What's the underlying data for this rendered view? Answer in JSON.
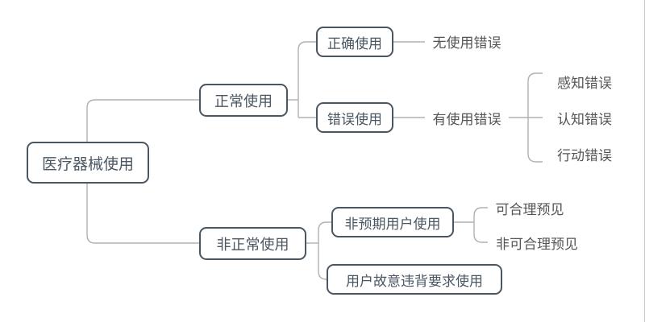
{
  "diagram": {
    "title_text": "医疗器械使用",
    "colors": {
      "box_border": "#4a5662",
      "box_text": "#4a5662",
      "leaf_text": "#555555",
      "connector": "#b0b0b0",
      "background": "#ffffff"
    },
    "nodes": {
      "root": "医疗器械使用",
      "normal_use": "正常使用",
      "abnormal_use": "非正常使用",
      "correct_use": "正确使用",
      "wrong_use": "错误使用",
      "unexpected_user_use": "非预期用户使用",
      "intentional_violation_use": "用户故意违背要求使用",
      "no_use_error": "无使用错误",
      "has_use_error": "有使用错误",
      "perception_error": "感知错误",
      "cognition_error": "认知错误",
      "action_error": "行动错误",
      "reasonably_foreseeable": "可合理预见",
      "not_reasonably_foreseeable": "非可合理预见"
    }
  }
}
